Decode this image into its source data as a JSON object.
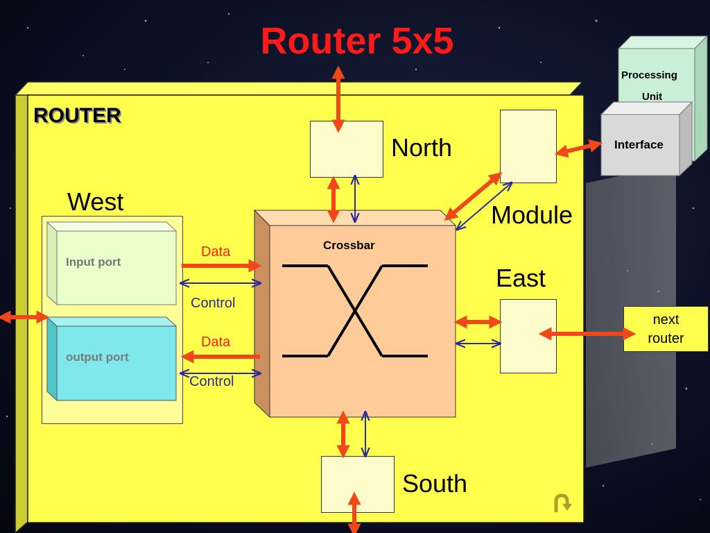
{
  "title": "Router 5x5",
  "router_label": "ROUTER",
  "ports": {
    "north": "North",
    "west": "West",
    "east": "East",
    "south": "South",
    "module": "Module"
  },
  "west_block": {
    "input_port": "Input port",
    "output_port": "output port",
    "data_top": "Data",
    "control_top": "Control",
    "data_bottom": "Data",
    "control_bottom": "Control"
  },
  "crossbar": "Crossbar",
  "processing_unit": {
    "line1": "Processing",
    "line2": "Unit",
    "interface": "Interface"
  },
  "next_router": {
    "line1": "next",
    "line2": "router"
  },
  "colors": {
    "router_fill": "#ffff4d",
    "arrow_red": "#f04818",
    "arrow_blue": "#2a2a9a",
    "crossbar_fill": "#ffcc99",
    "output_port_fill": "#7fe8ea",
    "input_port_fill": "#eaffc9"
  },
  "icons": {
    "return_icon": "u-turn-arrow-icon"
  }
}
